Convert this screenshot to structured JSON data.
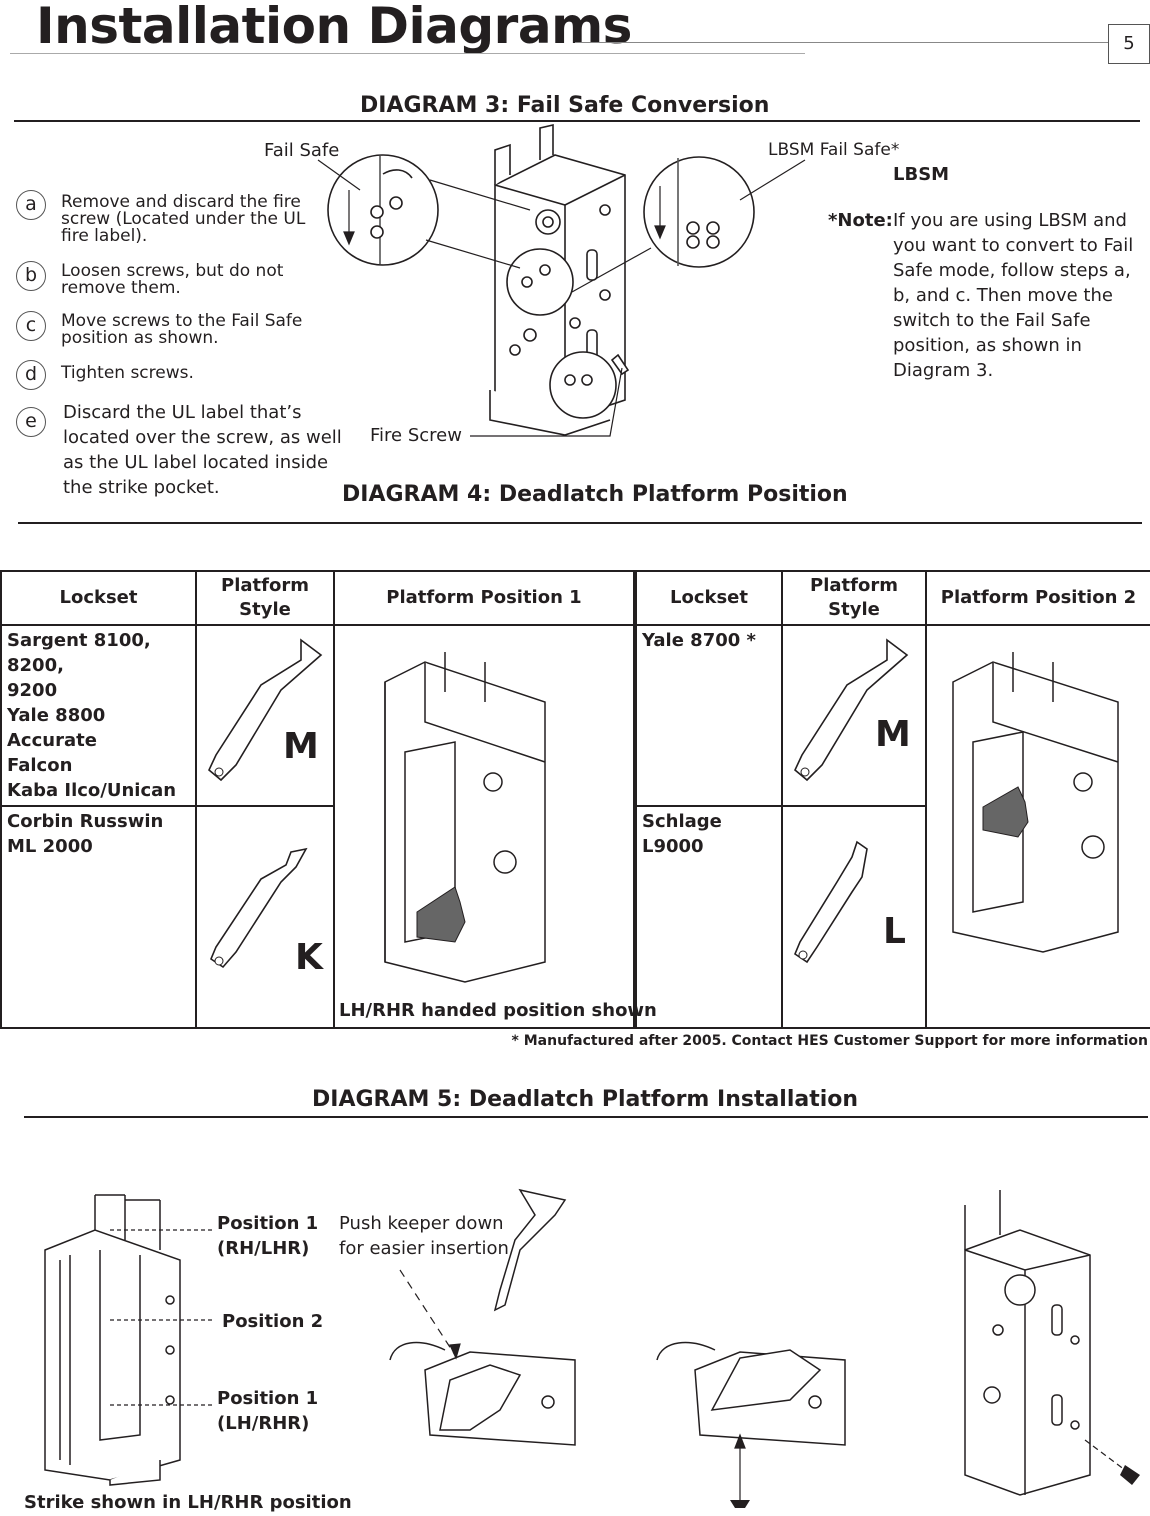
{
  "page": {
    "title": "Installation Diagrams",
    "page_number": "5"
  },
  "diagram3": {
    "heading": "DIAGRAM 3: Fail Safe Conversion",
    "label_fail_safe": "Fail Safe",
    "label_lbsm_fail_safe": "LBSM Fail Safe*",
    "label_fire_screw": "Fire Screw",
    "steps": [
      {
        "letter": "a",
        "text": "Remove and discard the fire screw (Located under the UL fire label)."
      },
      {
        "letter": "b",
        "text": "Loosen screws, but do not remove them."
      },
      {
        "letter": "c",
        "text": "Move screws to the Fail Safe position as shown."
      },
      {
        "letter": "d",
        "text": "Tighten screws."
      },
      {
        "letter": "e",
        "text": "Discard the UL label that’s located over the screw, as well as the UL label located inside the strike pocket."
      }
    ],
    "lbsm_title": "LBSM",
    "note_label": "*Note:",
    "note_text": "If you are using LBSM and you want to convert to Fail Safe mode, follow steps a, b, and c.  Then move the switch to the Fail Safe position, as shown in Diagram 3."
  },
  "diagram4": {
    "heading": "DIAGRAM 4: Deadlatch Platform Position",
    "headers": {
      "lockset": "Lockset",
      "platform_style": "Platform Style",
      "position1": "Platform Position 1",
      "position2": "Platform Position 2"
    },
    "left_rows": [
      {
        "locksets": [
          "Sargent 8100, 8200,",
          "9200",
          "Yale 8800",
          "Accurate",
          "Falcon",
          "Kaba Ilco/Unican"
        ],
        "style": "M"
      },
      {
        "locksets": [
          "Corbin Russwin",
          "ML 2000"
        ],
        "style": "K"
      }
    ],
    "right_rows": [
      {
        "locksets": [
          "Yale 8700 *"
        ],
        "style": "M"
      },
      {
        "locksets": [
          "Schlage L9000"
        ],
        "style": "L"
      }
    ],
    "position1_caption": "LH/RHR handed position shown",
    "footnote": "* Manufactured after 2005. Contact HES Customer Support for more information"
  },
  "diagram5": {
    "heading": "DIAGRAM 5: Deadlatch Platform Installation",
    "position1_rh": "Position 1",
    "position1_rh_sub": "(RH/LHR)",
    "position2": "Position 2",
    "position1_lh": "Position 1",
    "position1_lh_sub": "(LH/RHR)",
    "push_note_line1": "Push keeper down",
    "push_note_line2": "for easier insertion.",
    "caption": "Strike shown in LH/RHR position"
  }
}
